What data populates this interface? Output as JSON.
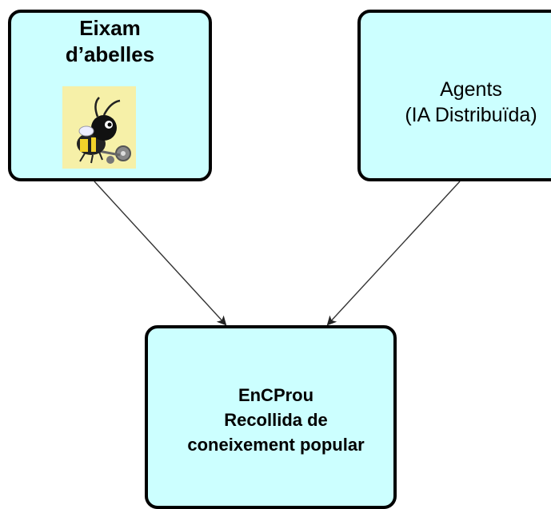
{
  "nodes": {
    "swarm": {
      "line1": "Eixam",
      "line2": "d’abelles"
    },
    "agents": {
      "line1": "Agents",
      "line2": "(IA Distribuïda)"
    },
    "encprou": {
      "line1": "EnCProu",
      "line2": "Recollida de",
      "line3": "coneixement popular"
    }
  },
  "edges": [
    {
      "from": "Eixam d’abelles",
      "to": "EnCProu"
    },
    {
      "from": "Agents (IA Distribuïda)",
      "to": "EnCProu"
    }
  ],
  "colors": {
    "box_fill": "#ccffff",
    "box_border": "#000000",
    "arrow": "#333333",
    "bee_background": "#f6f0a8"
  },
  "icons": {
    "bee": "bee-clipart-icon"
  }
}
